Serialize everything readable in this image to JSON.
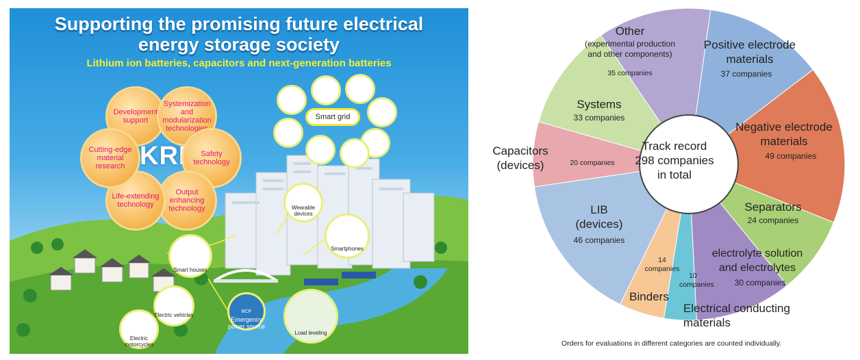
{
  "left_panel": {
    "title_line1": "Supporting the promising future electrical",
    "title_line2": "energy storage society",
    "subtitle": "Lithium ion batteries, capacitors and next-generation batteries",
    "center_logo": "KRI",
    "bubbles": [
      "Development support",
      "Systemization and modularization technologies",
      "Safety technology",
      "Output enhancing technology",
      "Life-extending technology",
      "Cutting-edge material research"
    ],
    "smart_grid": "Smart grid",
    "labels": {
      "wearable": "Wearable devices",
      "smartphones": "Smartphones",
      "smart_houses": "Smart houses",
      "electric_vehicles": "Electric vehicles",
      "electric_motorcycles": "Electric motorcycles",
      "emergency_power": "Emergency power source",
      "bcp": "BCP",
      "load_leveling": "Load leveling"
    }
  },
  "chart_data": {
    "type": "pie",
    "center_label_lines": [
      "Track record",
      "298 companies",
      "in total"
    ],
    "total": 298,
    "slices": [
      {
        "label": "Positive electrode materials",
        "value": 37,
        "value_text": "37 companies",
        "color": "#8fb2dc"
      },
      {
        "label": "Negative electrode materials",
        "value": 49,
        "value_text": "49 companies",
        "color": "#df7b58"
      },
      {
        "label": "Separators",
        "value": 24,
        "value_text": "24 companies",
        "color": "#a9cf77"
      },
      {
        "label": "electrolyte solution and electrolytes",
        "value": 30,
        "value_text": "30 companies",
        "color": "#a08ac4"
      },
      {
        "label": "Electrical conducting materials",
        "value": 10,
        "value_text": "10 companies",
        "color": "#6cc6d8"
      },
      {
        "label": "Binders",
        "value": 14,
        "value_text": "14 companies",
        "color": "#f7c796"
      },
      {
        "label": "LIB (devices)",
        "value": 46,
        "value_text": "46 companies",
        "color": "#a9c4e3"
      },
      {
        "label": "Capacitors (devices)",
        "value": 20,
        "value_text": "20 companies",
        "color": "#e8a8ad"
      },
      {
        "label": "Systems",
        "value": 33,
        "value_text": "33 companies",
        "color": "#c9e0a6"
      },
      {
        "label": "Other (experimental production and other components)",
        "value": 35,
        "value_text": "35 companies",
        "color": "#b3a6d2"
      }
    ],
    "footnote": "Orders for evaluations in different categories are counted individually."
  },
  "pie_labels": {
    "positive": [
      "Positive electrode",
      "materials"
    ],
    "negative": [
      "Negative  electrode",
      "materials"
    ],
    "separators": "Separators",
    "electrolyte": [
      "electrolyte solution",
      "and electrolytes"
    ],
    "conducting": [
      "Electrical conducting",
      "materials"
    ],
    "binders": "Binders",
    "binders_count": [
      "14",
      "companies"
    ],
    "conducting_count": [
      "10",
      "companies"
    ],
    "lib": [
      "LIB",
      "(devices)"
    ],
    "capacitors": [
      "Capacitors",
      "(devices)"
    ],
    "systems": "Systems",
    "other": "Other",
    "other_sub": [
      "(experimental production",
      "and other components)"
    ]
  }
}
